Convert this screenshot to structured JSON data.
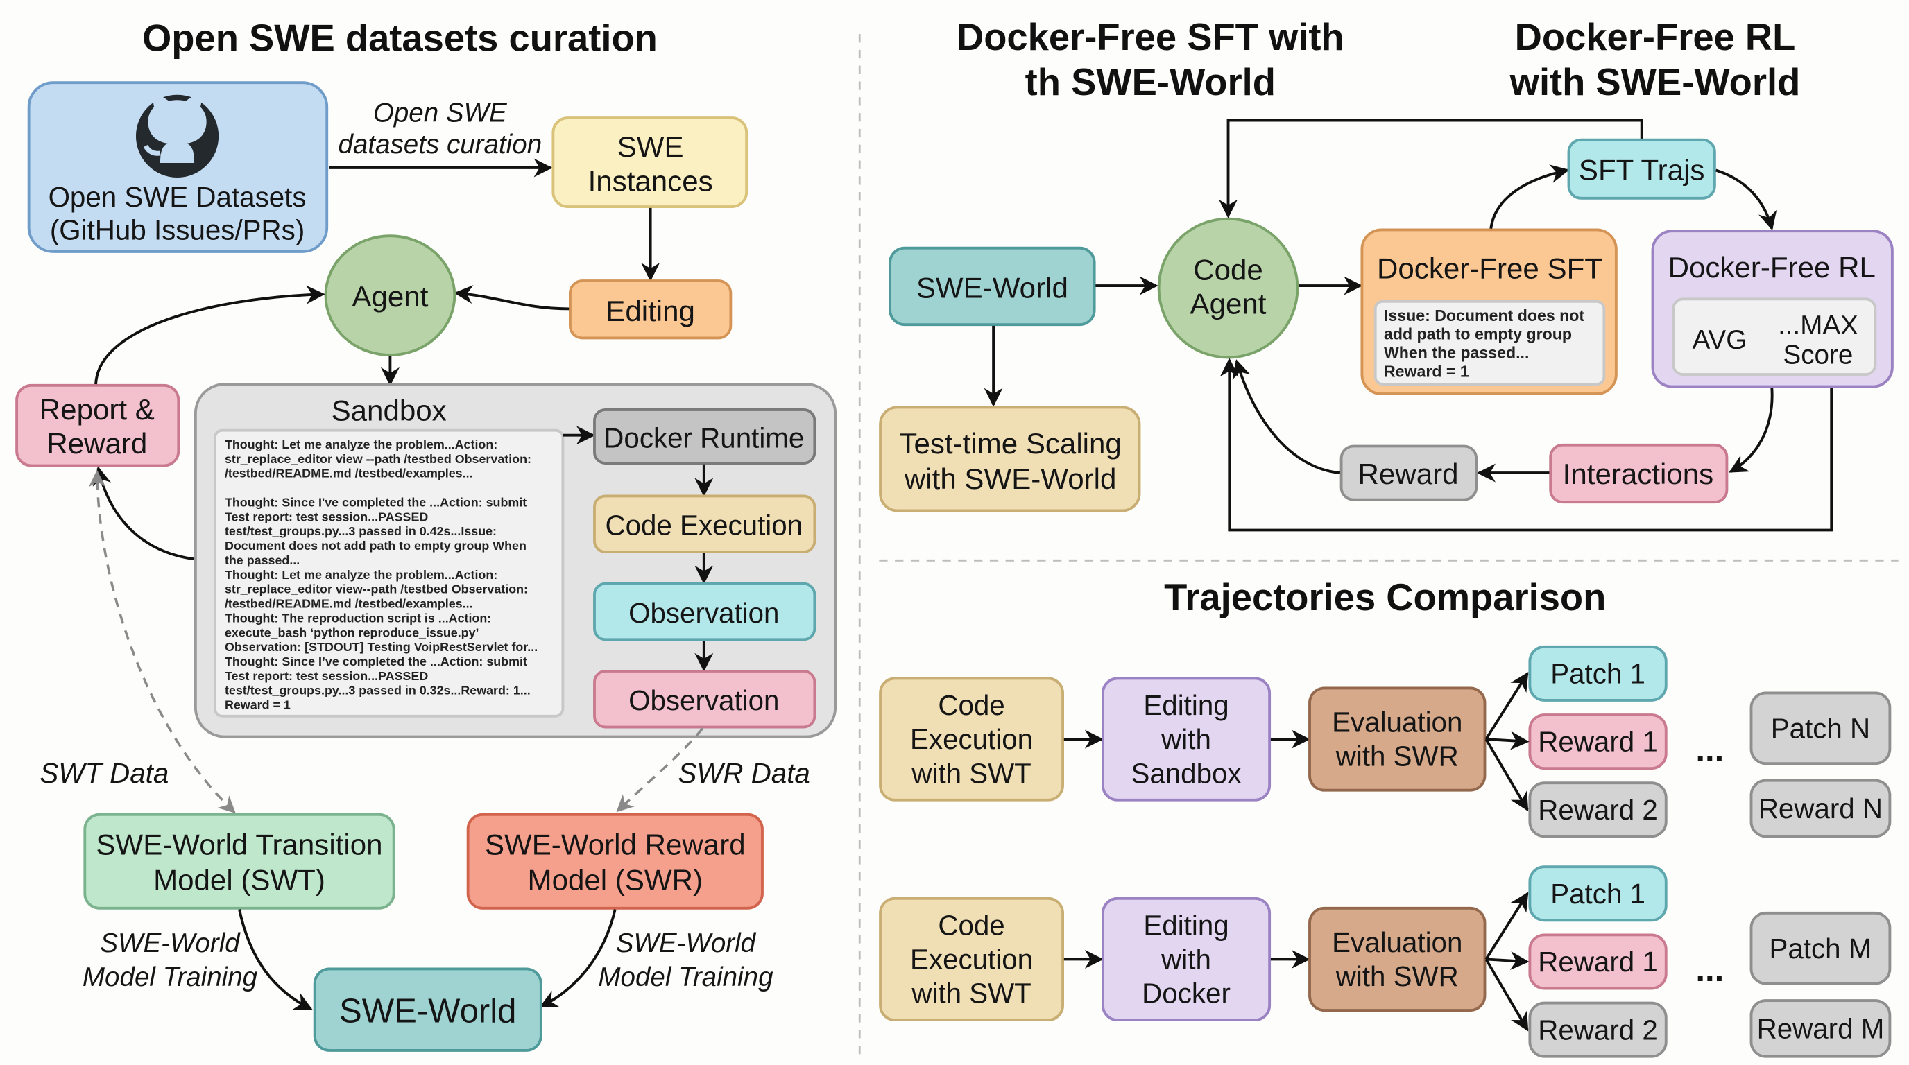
{
  "colors": {
    "blue": {
      "fill": "#c4dcf2",
      "stroke": "#6f9cc9"
    },
    "yellow": {
      "fill": "#fbf0c2",
      "stroke": "#d9c27a"
    },
    "orange": {
      "fill": "#fbc893",
      "stroke": "#d49455"
    },
    "green_circle": {
      "fill": "#b8d3a8",
      "stroke": "#7aa36a"
    },
    "pink": {
      "fill": "#f3c0ce",
      "stroke": "#c97a8f"
    },
    "gray": {
      "fill": "#d3d3d3",
      "stroke": "#8f8f8f"
    },
    "gray_dark": {
      "fill": "#c4c4c4",
      "stroke": "#7a7a7a"
    },
    "tan": {
      "fill": "#f0dfb5",
      "stroke": "#c9ae73"
    },
    "cyan": {
      "fill": "#b3e8ea",
      "stroke": "#5fa7ae"
    },
    "mint": {
      "fill": "#bfe7cc",
      "stroke": "#7cb38f"
    },
    "salmon": {
      "fill": "#f5a08c",
      "stroke": "#d2644e"
    },
    "teal": {
      "fill": "#9ed3d1",
      "stroke": "#4f9a9a"
    },
    "lavender": {
      "fill": "#e2d6f0",
      "stroke": "#9b82c2"
    },
    "brown": {
      "fill": "#d5a98a",
      "stroke": "#93684c"
    },
    "sandbox": {
      "fill": "#e3e3e3",
      "stroke": "#9a9a9a"
    },
    "inner_panel": {
      "fill": "#f1f1f1",
      "stroke": "#c8c8c8"
    }
  },
  "left_panel": {
    "title": "Open SWE datasets curation",
    "datasets_box": {
      "icon": "github-icon",
      "line1": "Open SWE Datasets",
      "line2": "(GitHub Issues/PRs)"
    },
    "curation_label": {
      "line1": "Open SWE",
      "line2": "datasets curation"
    },
    "swe_instances": {
      "line1": "SWE",
      "line2": "Instances"
    },
    "editing": "Editing",
    "agent": "Agent",
    "report_reward": {
      "line1": "Report &",
      "line2": "Reward"
    },
    "sandbox": {
      "title": "Sandbox",
      "log_lines": [
        "Thought: Let me analyze the problem...Action:",
        "str_replace_editor view --path /testbed Observation:",
        "/testbed/README.md /testbed/examples...",
        "",
        "Thought: Since I've completed the ...Action: submit",
        "Test report: test session...PASSED",
        "test/test_groups.py...3 passed in 0.42s...Issue:",
        "Document does not add path to empty group When",
        "the passed...",
        "Thought: Let me analyze the problem...Action:",
        "str_replace_editor view--path /testbed Observation:",
        "/testbed/README.md /testbed/examples...",
        "Thought: The reproduction script is ...Action:",
        "execute_bash ‘python reproduce_issue.py’",
        "Observation: [STDOUT] Testing VoipRestServlet for...",
        "Thought: Since I’ve completed the ...Action: submit",
        "Test report: test session...PASSED",
        "test/test_groups.py...3 passed in 0.32s...Reward: 1...",
        "Reward = 1"
      ],
      "steps": [
        "Docker Runtime",
        "Code Execution",
        "Observation",
        "Observation"
      ]
    },
    "swt_data": "SWT Data",
    "swr_data": "SWR Data",
    "swt_model": {
      "line1": "SWE-World Transition",
      "line2": "Model (SWT)"
    },
    "swr_model": {
      "line1": "SWE-World Reward",
      "line2": "Model (SWR)"
    },
    "training_left": {
      "line1": "SWE-World",
      "line2": "Model Training"
    },
    "training_right": {
      "line1": "SWE-World",
      "line2": "Model Training"
    },
    "swe_world": "SWE-World"
  },
  "top_right": {
    "title_sft": {
      "line1": "Docker-Free SFT with",
      "line2": "th SWE-World"
    },
    "title_rl": {
      "line1": "Docker-Free RL",
      "line2": "with SWE-World"
    },
    "swe_world": "SWE-World",
    "code_agent": {
      "line1": "Code",
      "line2": "Agent"
    },
    "test_time": {
      "line1": "Test-time Scaling",
      "line2": "with SWE-World"
    },
    "sft_trajs": "SFT Trajs",
    "sft_box": {
      "title": "Docker-Free SFT",
      "inner_lines": [
        "Issue: Document does not",
        "add path to empty group",
        "When the passed...",
        "Reward = 1"
      ]
    },
    "rl_box": {
      "title": "Docker-Free RL",
      "avg": "AVG",
      "max_line1": "...MAX",
      "max_line2": "Score"
    },
    "reward": "Reward",
    "interactions": "Interactions"
  },
  "bottom_right": {
    "title": "Trajectories Comparison",
    "rows": [
      {
        "code_exec": [
          "Code",
          "Execution",
          "with SWT"
        ],
        "editing": [
          "Editing",
          "with",
          "Sandbox"
        ],
        "evaluation": [
          "Evaluation",
          "with SWR"
        ],
        "outputs": [
          "Patch 1",
          "Reward 1",
          "Reward 2"
        ],
        "ellipsis": "...",
        "final": [
          "Patch N",
          "Reward N"
        ]
      },
      {
        "code_exec": [
          "Code",
          "Execution",
          "with SWT"
        ],
        "editing": [
          "Editing",
          "with",
          "Docker"
        ],
        "evaluation": [
          "Evaluation",
          "with SWR"
        ],
        "outputs": [
          "Patch 1",
          "Reward 1",
          "Reward 2"
        ],
        "ellipsis": "...",
        "final": [
          "Patch M",
          "Reward M"
        ]
      }
    ]
  }
}
